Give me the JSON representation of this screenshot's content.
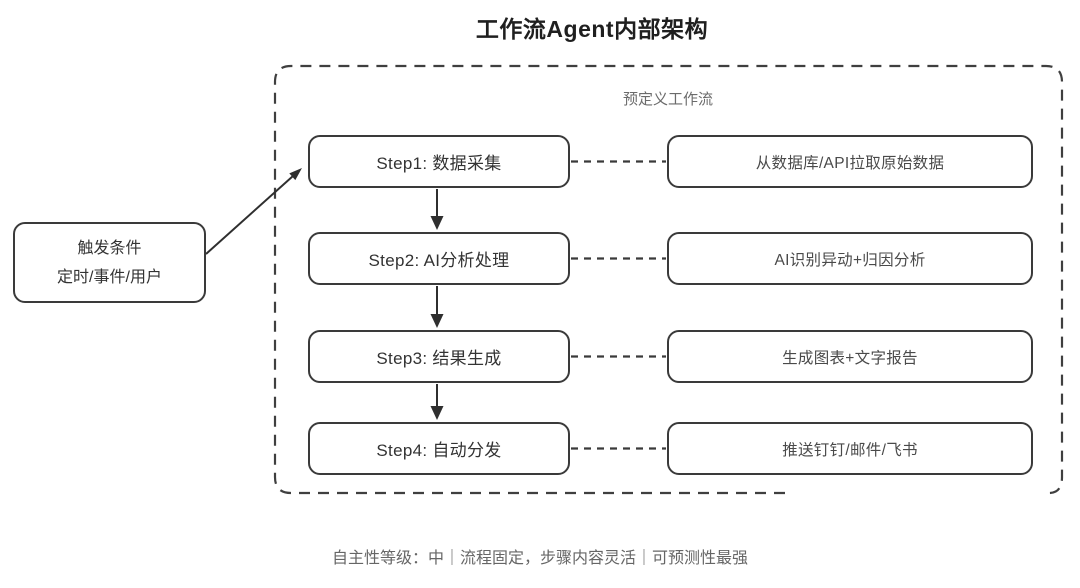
{
  "title": "工作流Agent内部架构",
  "container": {
    "label": "预定义工作流"
  },
  "trigger": {
    "line1": "触发条件",
    "line2": "定时/事件/用户"
  },
  "steps": [
    {
      "label": "Step1: 数据采集",
      "desc": "从数据库/API拉取原始数据"
    },
    {
      "label": "Step2: AI分析处理",
      "desc": "AI识别异动+归因分析"
    },
    {
      "label": "Step3: 结果生成",
      "desc": "生成图表+文字报告"
    },
    {
      "label": "Step4: 自动分发",
      "desc": "推送钉钉/邮件/飞书"
    }
  ],
  "footer": "自主性等级：中｜流程固定，步骤内容灵活｜可预测性最强",
  "colors": {
    "box_border": "#3a3a3a",
    "dashed_border": "#3f3f3f",
    "arrow": "#2f2f2f",
    "text_primary": "#333333",
    "text_muted": "#6b6b6b",
    "background": "#ffffff"
  }
}
